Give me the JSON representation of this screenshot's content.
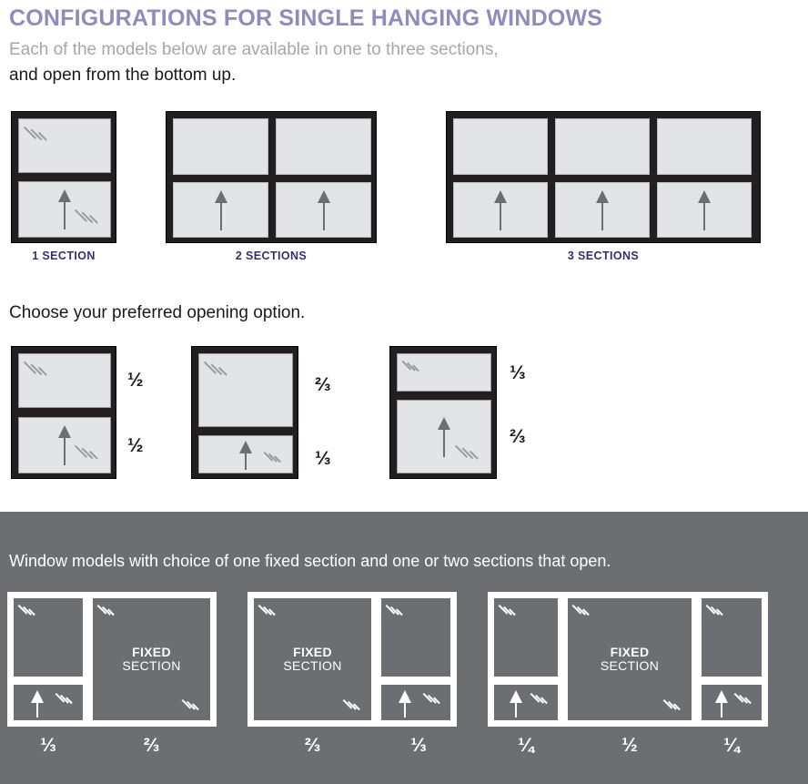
{
  "header": {
    "title": "CONFIGURATIONS FOR SINGLE HANGING WINDOWS",
    "subtitle_line1": "Each of the models below are available in one to three sections,",
    "subtitle_line2": "and open from the bottom up.",
    "title_color": "#8d8cba",
    "subtitle1_color": "#a7a7a7",
    "subtitle2_color": "#1a1a1a"
  },
  "sections_row": {
    "items": [
      {
        "label": "1 SECTION",
        "columns": 1
      },
      {
        "label": "2 SECTIONS",
        "columns": 2
      },
      {
        "label": "3 SECTIONS",
        "columns": 3
      }
    ],
    "label_color": "#343070"
  },
  "opening_options": {
    "heading": "Choose your preferred opening option.",
    "items": [
      {
        "top_fraction": "½",
        "bottom_fraction": "½"
      },
      {
        "top_fraction": "⅔",
        "bottom_fraction": "⅓"
      },
      {
        "top_fraction": "⅓",
        "bottom_fraction": "⅔"
      }
    ]
  },
  "gray_panel": {
    "background_color": "#6d6e71",
    "heading": "Window models with choice of one fixed section and one or two sections that open.",
    "fixed_label_line1": "FIXED",
    "fixed_label_line2": "SECTION",
    "models": [
      {
        "fractions": [
          "⅓",
          "⅔"
        ]
      },
      {
        "fractions": [
          "⅔",
          "⅓"
        ]
      },
      {
        "fractions": [
          "¼",
          "½",
          "¼"
        ]
      }
    ]
  }
}
